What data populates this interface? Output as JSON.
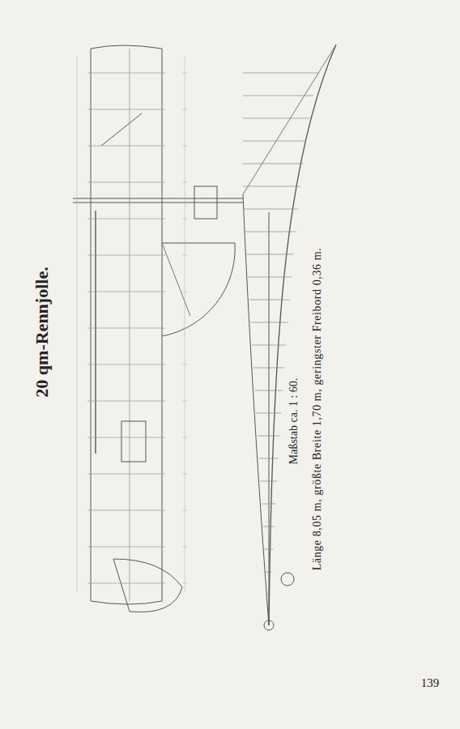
{
  "diagram": {
    "title": "20 qm-Rennjolle.",
    "caption": "Länge 8,05 m, größte Breite 1,70 m, geringster Freibord 0,36 m.",
    "labels": [
      "Maßstab ca. 1 : 60.",
      "139"
    ]
  }
}
